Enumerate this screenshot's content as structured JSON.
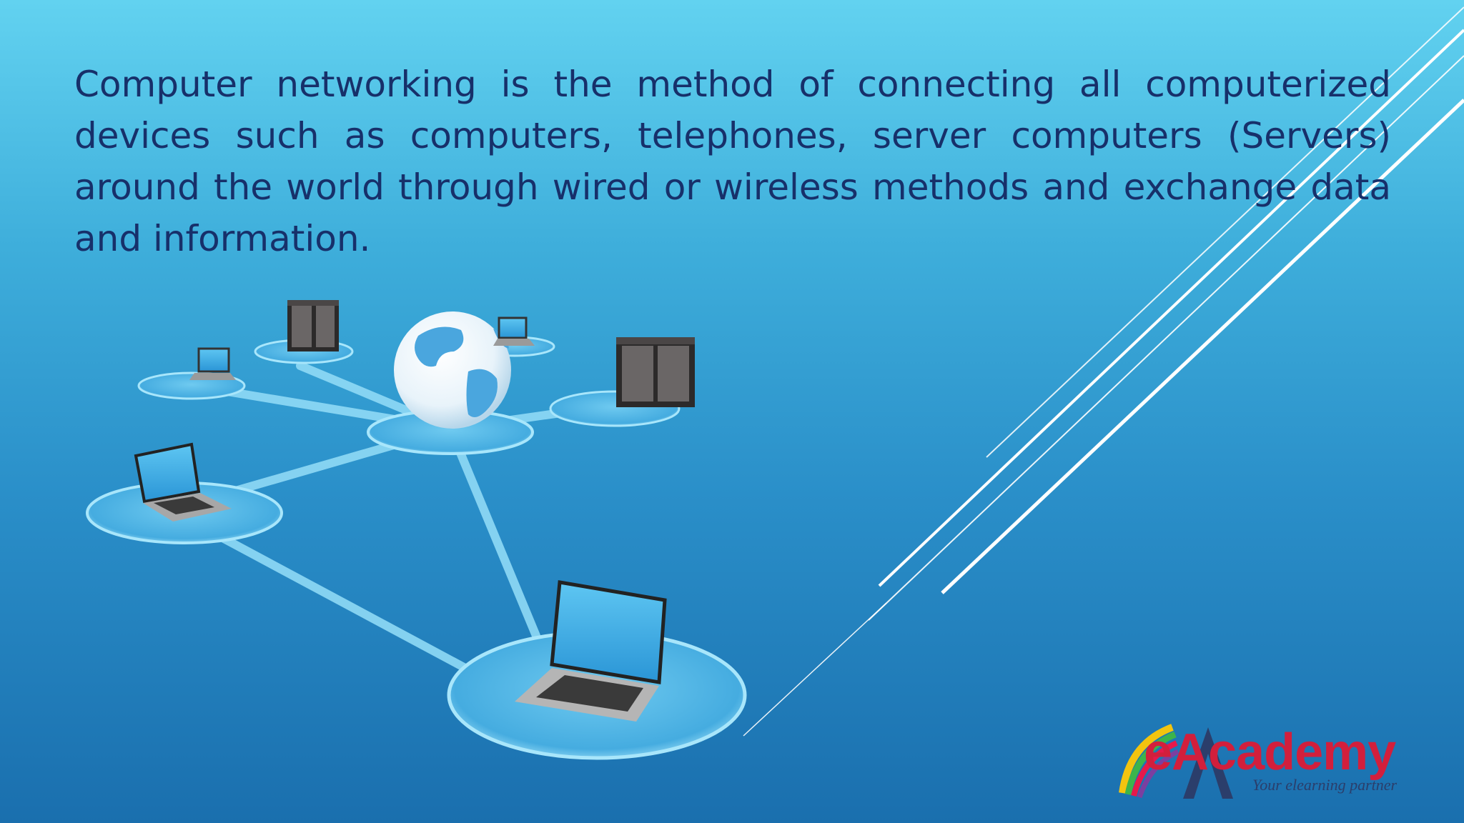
{
  "slide": {
    "paragraph": "Computer networking is the method of connecting all computerized devices such as computers, telephones, server computers (Servers) around the world through wired or wireless methods and exchange data and information."
  },
  "logo": {
    "brand": "eAcademy",
    "tagline": "Your elearning partner"
  },
  "colors": {
    "text": "#17306a",
    "logo_red": "#d21f3c",
    "disc": "#56bde8",
    "link": "#7fd3f3"
  },
  "icons": [
    "globe-icon",
    "server-icon",
    "laptop-icon"
  ]
}
